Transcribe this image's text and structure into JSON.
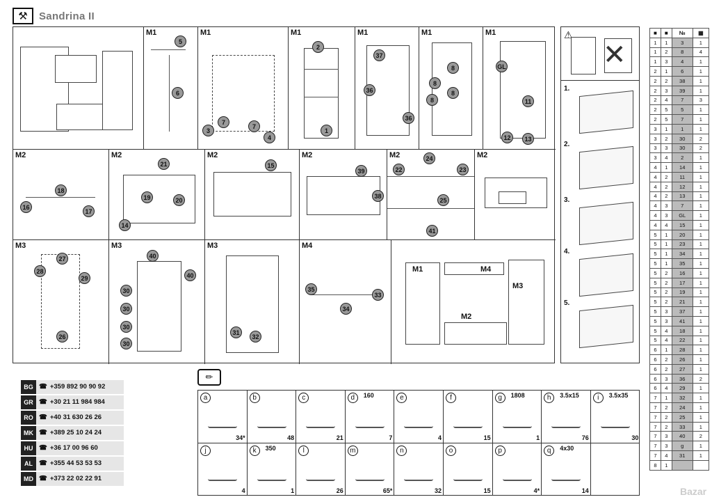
{
  "header": {
    "title": "Sandrina II",
    "tools_icon": "tools-icon"
  },
  "module_labels": {
    "m1": "M1",
    "m2": "M2",
    "m3": "M3",
    "m4": "M4"
  },
  "badges": {
    "r1": [
      "5",
      "6",
      "2",
      "1",
      "37",
      "36",
      "36",
      "8",
      "8",
      "8",
      "8",
      "GL",
      "11",
      "12",
      "13",
      "3",
      "7",
      "4",
      "7"
    ],
    "r2": [
      "18",
      "16",
      "17",
      "21",
      "19",
      "20",
      "14",
      "15",
      "39",
      "38",
      "24",
      "22",
      "23",
      "25",
      "41"
    ],
    "r3": [
      "27",
      "28",
      "29",
      "26",
      "40",
      "40",
      "30",
      "30",
      "30",
      "30",
      "31",
      "32",
      "35",
      "33",
      "34"
    ]
  },
  "overview_labels": {
    "m1": "M1",
    "m2": "M2",
    "m3": "M3",
    "m4": "M4"
  },
  "steps": [
    "1.",
    "2.",
    "3.",
    "4.",
    "5."
  ],
  "table": {
    "headers": [
      "■",
      "■",
      "№",
      "▦"
    ],
    "rows": [
      [
        "1",
        "1",
        "3",
        "1"
      ],
      [
        "1",
        "2",
        "8",
        "4"
      ],
      [
        "1",
        "3",
        "4",
        "1"
      ],
      [
        "2",
        "1",
        "6",
        "1"
      ],
      [
        "2",
        "2",
        "38",
        "1"
      ],
      [
        "2",
        "3",
        "39",
        "1"
      ],
      [
        "2",
        "4",
        "7",
        "3"
      ],
      [
        "2",
        "5",
        "5",
        "1"
      ],
      [
        "2",
        "5",
        "7",
        "1"
      ],
      [
        "3",
        "1",
        "1",
        "1"
      ],
      [
        "3",
        "2",
        "30",
        "2"
      ],
      [
        "3",
        "3",
        "30",
        "2"
      ],
      [
        "3",
        "4",
        "2",
        "1"
      ],
      [
        "4",
        "1",
        "14",
        "1"
      ],
      [
        "4",
        "2",
        "11",
        "1"
      ],
      [
        "4",
        "2",
        "12",
        "1"
      ],
      [
        "4",
        "2",
        "13",
        "1"
      ],
      [
        "4",
        "3",
        "7",
        "1"
      ],
      [
        "4",
        "3",
        "GL",
        "1"
      ],
      [
        "4",
        "4",
        "15",
        "1"
      ],
      [
        "5",
        "1",
        "20",
        "1"
      ],
      [
        "5",
        "1",
        "23",
        "1"
      ],
      [
        "5",
        "1",
        "34",
        "1"
      ],
      [
        "5",
        "1",
        "35",
        "1"
      ],
      [
        "5",
        "2",
        "16",
        "1"
      ],
      [
        "5",
        "2",
        "17",
        "1"
      ],
      [
        "5",
        "2",
        "19",
        "1"
      ],
      [
        "5",
        "2",
        "21",
        "1"
      ],
      [
        "5",
        "3",
        "37",
        "1"
      ],
      [
        "5",
        "3",
        "41",
        "1"
      ],
      [
        "5",
        "4",
        "18",
        "1"
      ],
      [
        "5",
        "4",
        "22",
        "1"
      ],
      [
        "6",
        "1",
        "28",
        "1"
      ],
      [
        "6",
        "2",
        "26",
        "1"
      ],
      [
        "6",
        "2",
        "27",
        "1"
      ],
      [
        "6",
        "3",
        "36",
        "2"
      ],
      [
        "6",
        "4",
        "29",
        "1"
      ],
      [
        "7",
        "1",
        "32",
        "1"
      ],
      [
        "7",
        "2",
        "24",
        "1"
      ],
      [
        "7",
        "2",
        "25",
        "1"
      ],
      [
        "7",
        "2",
        "33",
        "1"
      ],
      [
        "7",
        "3",
        "40",
        "2"
      ],
      [
        "7",
        "3",
        "g",
        "1"
      ],
      [
        "7",
        "4",
        "31",
        "1"
      ],
      [
        "8",
        "1",
        "",
        ""
      ]
    ]
  },
  "phones": [
    {
      "country": "BG",
      "number": "+359 892 90 90 92"
    },
    {
      "country": "GR",
      "number": "+30 21 11 984 984"
    },
    {
      "country": "RO",
      "number": "+40 31 630 26 26"
    },
    {
      "country": "MK",
      "number": "+389 25 10 24 24"
    },
    {
      "country": "HU",
      "number": "+36 17 00 96 60"
    },
    {
      "country": "AL",
      "number": "+355 44 53 53 53"
    },
    {
      "country": "MD",
      "number": "+373 22 02 22 91"
    }
  ],
  "hardware": [
    {
      "letter": "a",
      "size": "",
      "qty": "34*"
    },
    {
      "letter": "b",
      "size": "",
      "qty": "48"
    },
    {
      "letter": "c",
      "size": "",
      "qty": "21"
    },
    {
      "letter": "d",
      "size": "160",
      "qty": "7"
    },
    {
      "letter": "e",
      "size": "",
      "qty": "4"
    },
    {
      "letter": "f",
      "size": "",
      "qty": "15"
    },
    {
      "letter": "g",
      "size": "1808",
      "qty": "1"
    },
    {
      "letter": "h",
      "size": "3.5x15",
      "qty": "76"
    },
    {
      "letter": "i",
      "size": "3.5x35",
      "qty": "30"
    },
    {
      "letter": "j",
      "size": "",
      "qty": "4"
    },
    {
      "letter": "k",
      "size": "350",
      "qty": "1"
    },
    {
      "letter": "l",
      "size": "",
      "qty": "26"
    },
    {
      "letter": "m",
      "size": "",
      "qty": "65*"
    },
    {
      "letter": "n",
      "size": "",
      "qty": "32"
    },
    {
      "letter": "o",
      "size": "",
      "qty": "15"
    },
    {
      "letter": "p",
      "size": "",
      "qty": "4*"
    },
    {
      "letter": "q",
      "size": "4x30",
      "qty": "14"
    }
  ],
  "watermark": "Bazar"
}
